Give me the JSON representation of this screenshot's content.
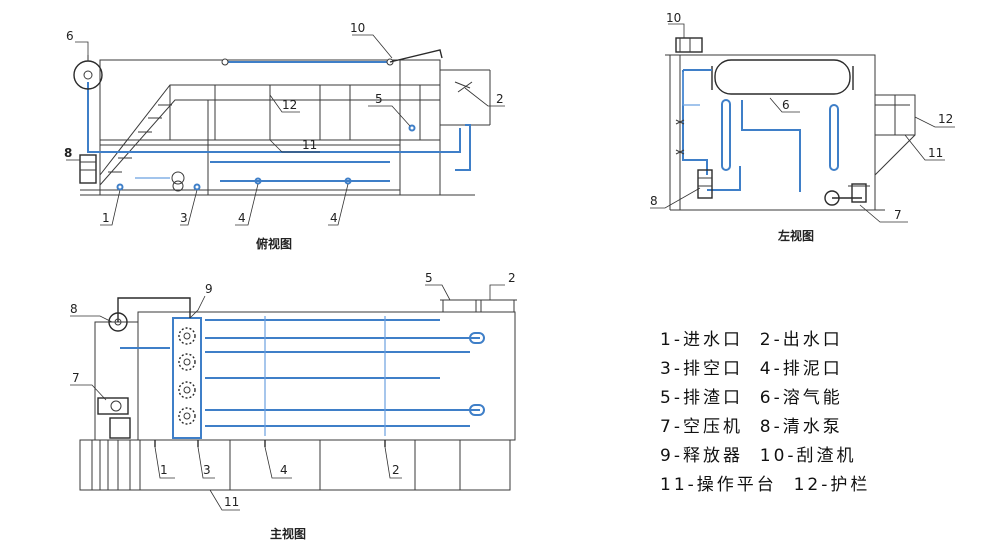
{
  "views": {
    "top_caption": "俯视图",
    "left_caption": "左视图",
    "front_caption": "主视图"
  },
  "callouts": {
    "n1": "1",
    "n2": "2",
    "n3": "3",
    "n4": "4",
    "n5": "5",
    "n6": "6",
    "n7": "7",
    "n8": "8",
    "n9": "9",
    "n10": "10",
    "n11": "11",
    "n12": "12"
  },
  "legend": {
    "row1": "1-进水口  2-出水口",
    "row2": "3-排空口  4-排泥口",
    "row3": "5-排渣口  6-溶气能",
    "row4": "7-空压机  8-清水泵",
    "row5": "9-释放器  10-刮渣机",
    "row6": "11-操作平台  12-护栏"
  },
  "colors": {
    "pipe_blue": "#3f7fc8",
    "line": "#3a3a3a"
  }
}
